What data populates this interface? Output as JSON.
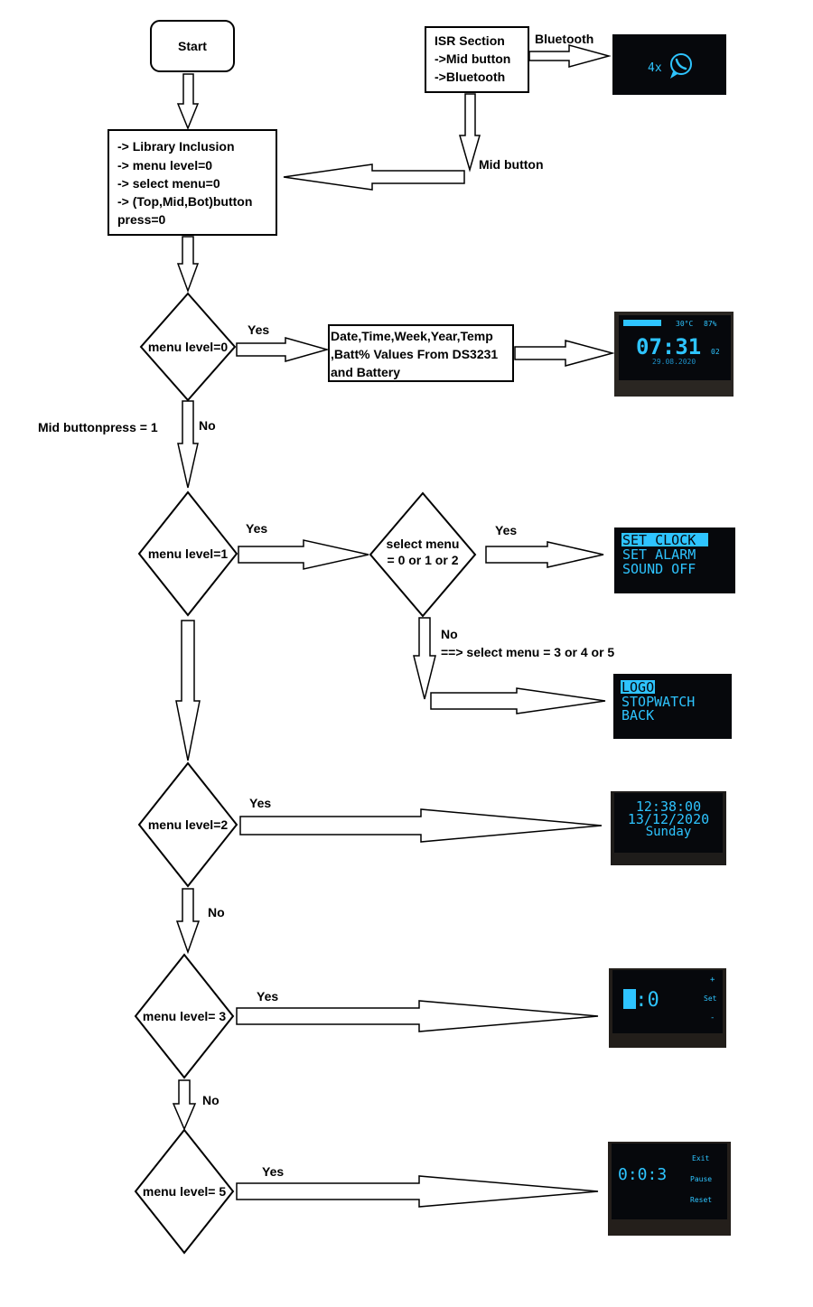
{
  "start": "Start",
  "init_lines": [
    "-> Library Inclusion",
    "-> menu level=0",
    "-> select menu=0",
    "-> (Top,Mid,Bot)button",
    "press=0"
  ],
  "isr_lines": [
    "ISR Section",
    "->Mid button",
    "->Bluetooth"
  ],
  "bluetooth_label": "Bluetooth",
  "mid_button_label": "Mid button",
  "mid_buttonpress_label": "Mid buttonpress = 1",
  "decisions": {
    "menu0": "menu level=0",
    "menu1": "menu level=1",
    "select": [
      "select menu",
      "= 0 or 1 or 2"
    ],
    "menu2": "menu level=2",
    "menu3": "menu level= 3",
    "menu5": "menu level= 5"
  },
  "yes": "Yes",
  "no": "No",
  "select_no_text": "==> select menu = 3 or 4 or 5",
  "values_box": [
    "Date,Time,Week,Year,Temp",
    ",Batt% Values From DS3231",
    "and Battery"
  ],
  "screens": {
    "whatsapp": {
      "count": "4x"
    },
    "clock": {
      "time": "07:31",
      "seconds": "02",
      "temp": "30°C",
      "batt": "87%",
      "date": "29.08.2020"
    },
    "menu_a": [
      "SET CLOCK",
      "SET ALARM",
      "SOUND OFF"
    ],
    "menu_b": [
      "LOGO",
      "STOPWATCH",
      "BACK"
    ],
    "setclock": [
      "12:38:00",
      "13/12/2020",
      "Sunday"
    ],
    "alarm": {
      "value": "1:0",
      "plus": "+",
      "set": "Set",
      "minus": "-"
    },
    "stopwatch": {
      "value": "0:0:3",
      "exit": "Exit",
      "pause": "Pause",
      "reset": "Reset"
    }
  },
  "colors": {
    "screen_text": "#2ec4ff",
    "screen_bg": "#06080c"
  }
}
